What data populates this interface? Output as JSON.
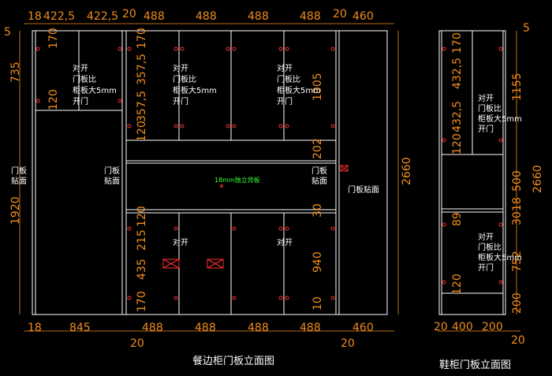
{
  "colors": {
    "background": "#000000",
    "line": "#ffffff",
    "dimension": "#f08c1e",
    "hinge": "#ff3030",
    "green_note": "#33ff33"
  },
  "captions": {
    "main": "餐边柜门板立面图",
    "shoe": "鞋柜门板立面图"
  },
  "dims": {
    "top_left": [
      "18",
      "422,5",
      "422,5",
      "20",
      "488",
      "488",
      "488",
      "488",
      "20",
      "460"
    ],
    "bottom_left": [
      "18",
      "845",
      "488",
      "488",
      "488",
      "488",
      "460"
    ],
    "bottom_20_a": "20",
    "bottom_20_b": "20",
    "left_side": [
      "5",
      "735",
      "1920"
    ],
    "right_total": "2660",
    "inner_upper": [
      "170",
      "120",
      "170",
      "357,5",
      "357,5",
      "120"
    ],
    "inner_mid": [
      "1005",
      "202",
      "30"
    ],
    "inner_lower": [
      "120",
      "215",
      "435",
      "170",
      "940",
      "10"
    ],
    "shoe_top": "5",
    "shoe_right": [
      "1155",
      "500",
      "18",
      "30",
      "752",
      "200"
    ],
    "shoe_total": "2660",
    "shoe_inner": [
      "170",
      "432,5",
      "432,5",
      "120",
      "89",
      "120"
    ],
    "shoe_bottom": [
      "20",
      "400",
      "200"
    ],
    "shoe_bottom_20": "20"
  },
  "notes": {
    "door_spec": [
      "对开",
      "门板比",
      "柜板大5mm",
      "开门"
    ],
    "double_door": "对开",
    "door_panel_veneer": [
      "门板",
      "贴面"
    ],
    "door_panel_veneer_inline": "门板贴面",
    "back_panel": "18mm独立背板"
  }
}
